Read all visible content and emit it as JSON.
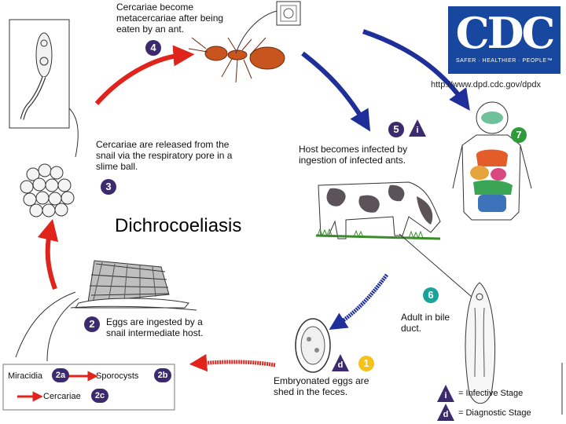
{
  "title": "Dichrocoeliasis",
  "source": {
    "logo_text": "CDC",
    "logo_tagline": "SAFER · HEALTHIER · PEOPLE™",
    "url": "http://www.dpd.cdc.gov/dpdx"
  },
  "steps": {
    "s1": {
      "badge": "1",
      "text": "Embryonated eggs are shed in the feces."
    },
    "s2": {
      "badge": "2",
      "text": "Eggs are ingested by a snail intermediate host."
    },
    "s2a": {
      "badge": "2a",
      "label": "Miracidia"
    },
    "s2b": {
      "badge": "2b",
      "label": "Sporocysts"
    },
    "s2c": {
      "badge": "2c",
      "label": "Cercariae"
    },
    "s3": {
      "badge": "3",
      "text": "Cercariae are released from the snail via the respiratory pore in a slime ball."
    },
    "s4": {
      "badge": "4",
      "text": "Cercariae become metacercariae after being eaten by an ant."
    },
    "s5": {
      "badge": "5",
      "text": "Host becomes infected by ingestion of infected ants."
    },
    "s6": {
      "badge": "6",
      "text": "Adult in bile duct."
    },
    "s7": {
      "badge": "7"
    }
  },
  "markers": {
    "infective": "i",
    "diagnostic": "d"
  },
  "legend": {
    "infective": "= Infective Stage",
    "diagnostic": "= Diagnostic Stage"
  },
  "colors": {
    "red_arrow": "#e0241b",
    "blue_arrow": "#1f2f9a",
    "badge_purple": "#3b2a6e",
    "badge_teal": "#1aa39b",
    "badge_green": "#2e9a3c",
    "badge_yellow": "#f4c21b",
    "cdc_blue": "#17479e"
  }
}
